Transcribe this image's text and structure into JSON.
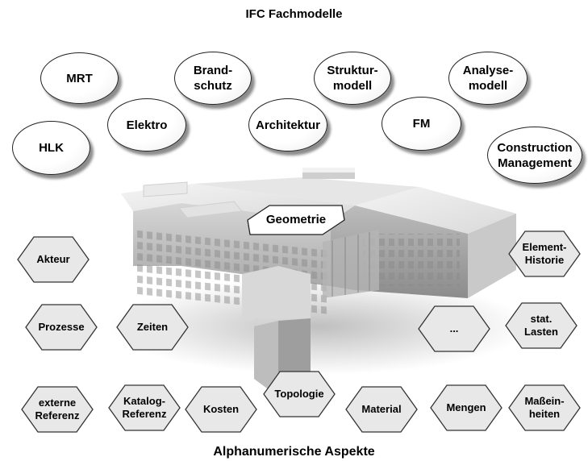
{
  "title": "IFC Fachmodelle",
  "footer": "Alphanumerische Aspekte",
  "domain_models": [
    {
      "name": "ellipse-mrt",
      "label": "MRT"
    },
    {
      "name": "ellipse-brandschutz",
      "label": "Brand-\nschutz"
    },
    {
      "name": "ellipse-strukturmodell",
      "label": "Struktur-\nmodell"
    },
    {
      "name": "ellipse-analysemodell",
      "label": "Analyse-\nmodell"
    },
    {
      "name": "ellipse-elektro",
      "label": "Elektro"
    },
    {
      "name": "ellipse-architektur",
      "label": "Architektur"
    },
    {
      "name": "ellipse-fm",
      "label": "FM"
    },
    {
      "name": "ellipse-hlk",
      "label": "HLK"
    },
    {
      "name": "ellipse-construction-management",
      "label": "Construction\nManagement"
    }
  ],
  "geometry_label": "Geometrie",
  "aspects": [
    {
      "name": "hex-akteur",
      "label": "Akteur"
    },
    {
      "name": "hex-element-historie",
      "label": "Element-\nHistorie"
    },
    {
      "name": "hex-prozesse",
      "label": "Prozesse"
    },
    {
      "name": "hex-zeiten",
      "label": "Zeiten"
    },
    {
      "name": "hex-ellipsis",
      "label": "..."
    },
    {
      "name": "hex-stat-lasten",
      "label": "stat.\nLasten"
    },
    {
      "name": "hex-externe-referenz",
      "label": "externe\nReferenz"
    },
    {
      "name": "hex-katalog-referenz",
      "label": "Katalog-\nReferenz"
    },
    {
      "name": "hex-kosten",
      "label": "Kosten"
    },
    {
      "name": "hex-topologie",
      "label": "Topologie"
    },
    {
      "name": "hex-material",
      "label": "Material"
    },
    {
      "name": "hex-mengen",
      "label": "Mengen"
    },
    {
      "name": "hex-masseinheiten",
      "label": "Maßein-\nheiten"
    }
  ]
}
